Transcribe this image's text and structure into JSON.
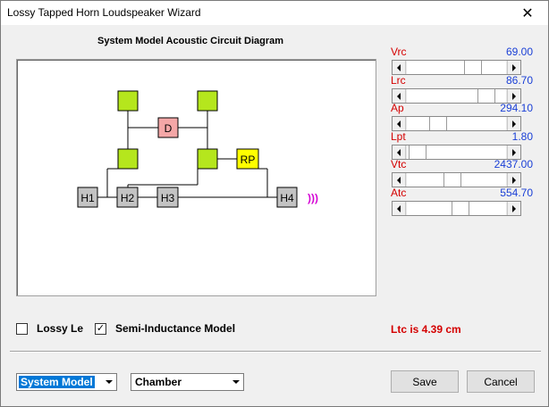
{
  "window": {
    "title": "Lossy Tapped Horn Loudspeaker Wizard",
    "close_glyph": "✕"
  },
  "diagram": {
    "title": "System Model Acoustic Circuit Diagram",
    "colors": {
      "green_node": "#b5e61d",
      "pink_node": "#f4a7a7",
      "yellow_node": "#ffff00",
      "gray_node": "#c3c3c3",
      "output_symbol": "#d400d4"
    },
    "nodes": {
      "D": "D",
      "RP": "RP",
      "H1": "H1",
      "H2": "H2",
      "H3": "H3",
      "H4": "H4"
    },
    "output_symbol": ")))"
  },
  "parameters": [
    {
      "label": "Vrc",
      "value": "69.00",
      "position": 0.7
    },
    {
      "label": "Lrc",
      "value": "86.70",
      "position": 0.87
    },
    {
      "label": "Ap",
      "value": "294.10",
      "position": 0.27
    },
    {
      "label": "Lpt",
      "value": "1.80",
      "position": 0.02
    },
    {
      "label": "Vtc",
      "value": "2437.00",
      "position": 0.45
    },
    {
      "label": "Atc",
      "value": "554.70",
      "position": 0.55
    }
  ],
  "options": {
    "lossy_le": {
      "label": "Lossy Le",
      "checked": false,
      "check_glyph": ""
    },
    "semi_inductance": {
      "label": "Semi-Inductance Model",
      "checked": true,
      "check_glyph": "✓"
    }
  },
  "status": "Ltc is 4.39 cm",
  "bottom": {
    "model_select": "System Model",
    "type_select": "Chamber",
    "save_label": "Save",
    "cancel_label": "Cancel"
  }
}
